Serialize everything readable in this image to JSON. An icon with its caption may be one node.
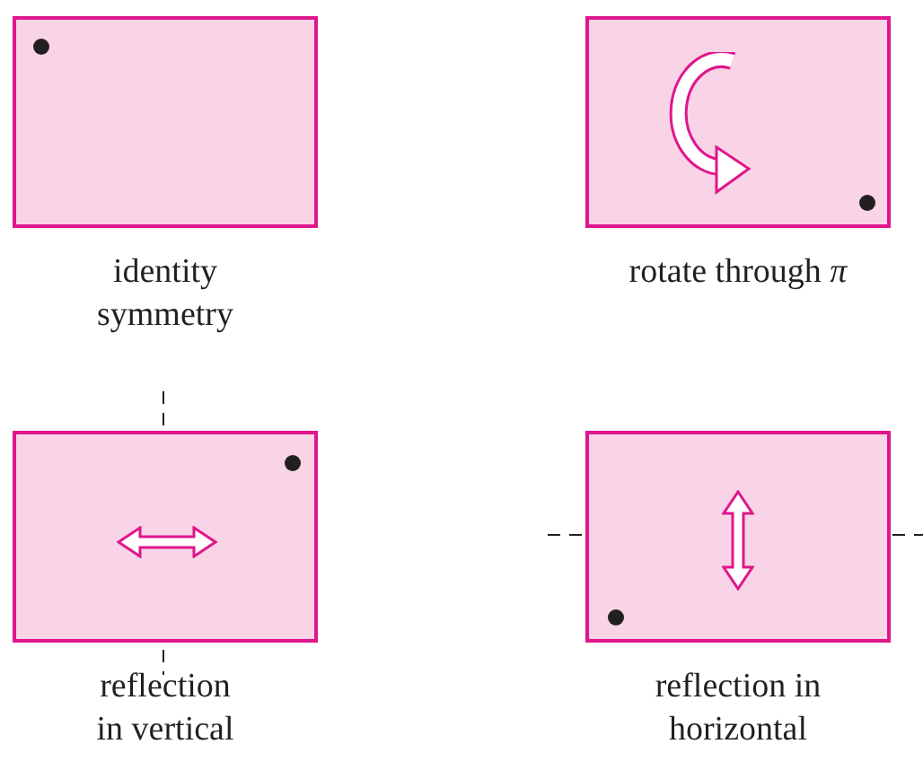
{
  "diagram": {
    "nodes": [
      {
        "text": [],
        "shape": "box",
        "beside": [
          "identity symmetry"
        ]
      },
      {
        "text": [],
        "shape": "box",
        "beside": [
          "rotate through *π*"
        ]
      },
      {
        "text": [],
        "shape": "box",
        "beside": [
          "reflection in vertical"
        ]
      },
      {
        "text": [],
        "shape": "box",
        "beside": [
          "reflection in horizontal"
        ]
      }
    ]
  }
}
